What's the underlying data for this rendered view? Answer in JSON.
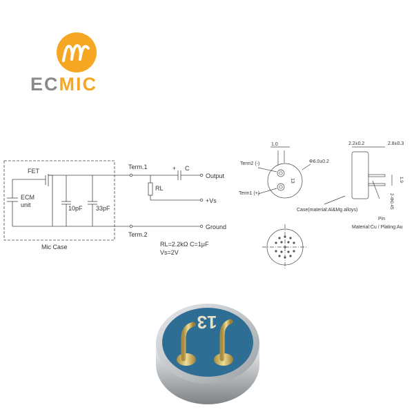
{
  "brand": {
    "name_prefix": "EC",
    "name_suffix": "MIC",
    "logo_letter": "m",
    "colors": {
      "logo_orange": "#F5A623",
      "text_gray": "#8A8A8A",
      "text_accent": "#F5A623"
    }
  },
  "circuit": {
    "mic_case_label": "Mic Case",
    "fet_label": "FET",
    "ecm_label_1": "ECM",
    "ecm_label_2": "unit",
    "cap_10": "10pF",
    "cap_33": "33pF",
    "term1": "Term.1",
    "term2": "Term.2",
    "plus_sign": "+",
    "cap_c": "C",
    "rl": "RL",
    "output": "Output",
    "vs": "+Vs",
    "ground": "Ground",
    "spec_line1": "RL=2.2kΩ   C=1μF",
    "spec_line2": "Vs=2V"
  },
  "drawing": {
    "dim_1_0": "1.0",
    "term2_neg": "Term2 (-)",
    "term1_pos": "Term1 (+)",
    "diameter": "Φ6.0±0.2",
    "case_marking": "13",
    "case_material": "Case(material:Al&Mg alloys)",
    "dim_2_2": "2.2±0.2",
    "dim_2_8": "2.8±0.3",
    "dim_1_9": "1.9",
    "dim_pin_dia": "2-Φ0.45",
    "pin_label": "Pin",
    "pin_material": "Material:Cu / Plating:Au"
  },
  "photo": {
    "marking": "13",
    "colors": {
      "pcb_blue": "#2E6D94",
      "metal": "#C9CCCF",
      "gold": "#D9C27A"
    }
  }
}
